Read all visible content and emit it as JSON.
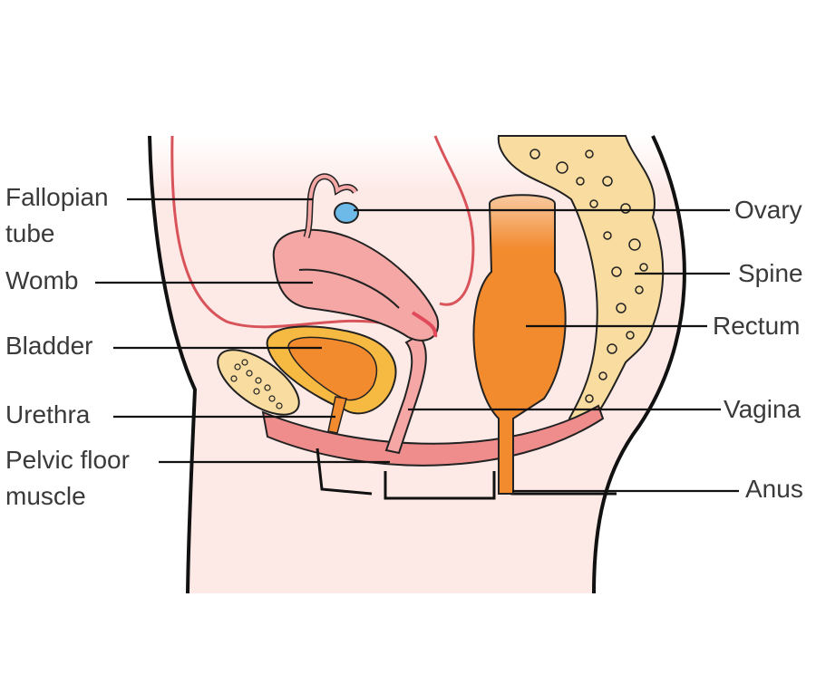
{
  "title": "Female pelvic anatomy (side view)",
  "labels": {
    "fallopian_1": "Fallopian",
    "fallopian_2": "tube",
    "womb": "Womb",
    "bladder": "Bladder",
    "urethra": "Urethra",
    "pelvic_1": "Pelvic floor",
    "pelvic_2": "muscle",
    "ovary": "Ovary",
    "spine": "Spine",
    "rectum": "Rectum",
    "vagina": "Vagina",
    "anus": "Anus"
  },
  "colors": {
    "skin": "#fdeae7",
    "tissue_line": "#d9545a",
    "womb": "#f4a7a5",
    "bladder_wall": "#f6b941",
    "organ_orange": "#f28a2e",
    "ovary": "#6db9e8",
    "bone": "#f9dca0",
    "muscle": "#ee8d8b"
  }
}
